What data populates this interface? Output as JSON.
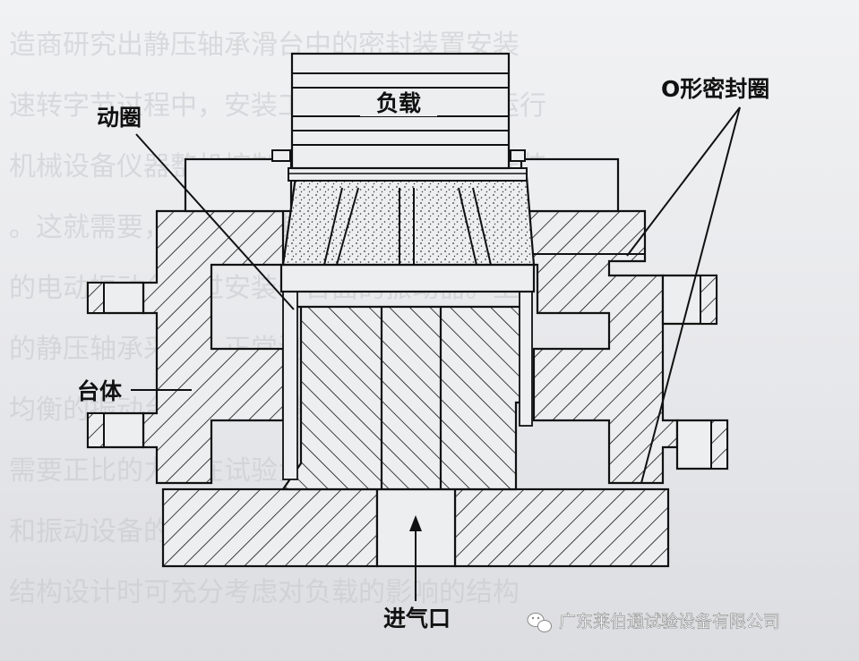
{
  "labels": {
    "load": "负载",
    "moving_coil": "动圈",
    "o_ring": "O形密封圈",
    "table_body": "台体",
    "air_inlet": "进气口"
  },
  "watermark": {
    "icon": "wechat-icon",
    "text": "广东莱伯通试验设备有限公司"
  },
  "colors": {
    "line": "#111111",
    "paper": "#eceef0",
    "stipple": "#333333"
  }
}
